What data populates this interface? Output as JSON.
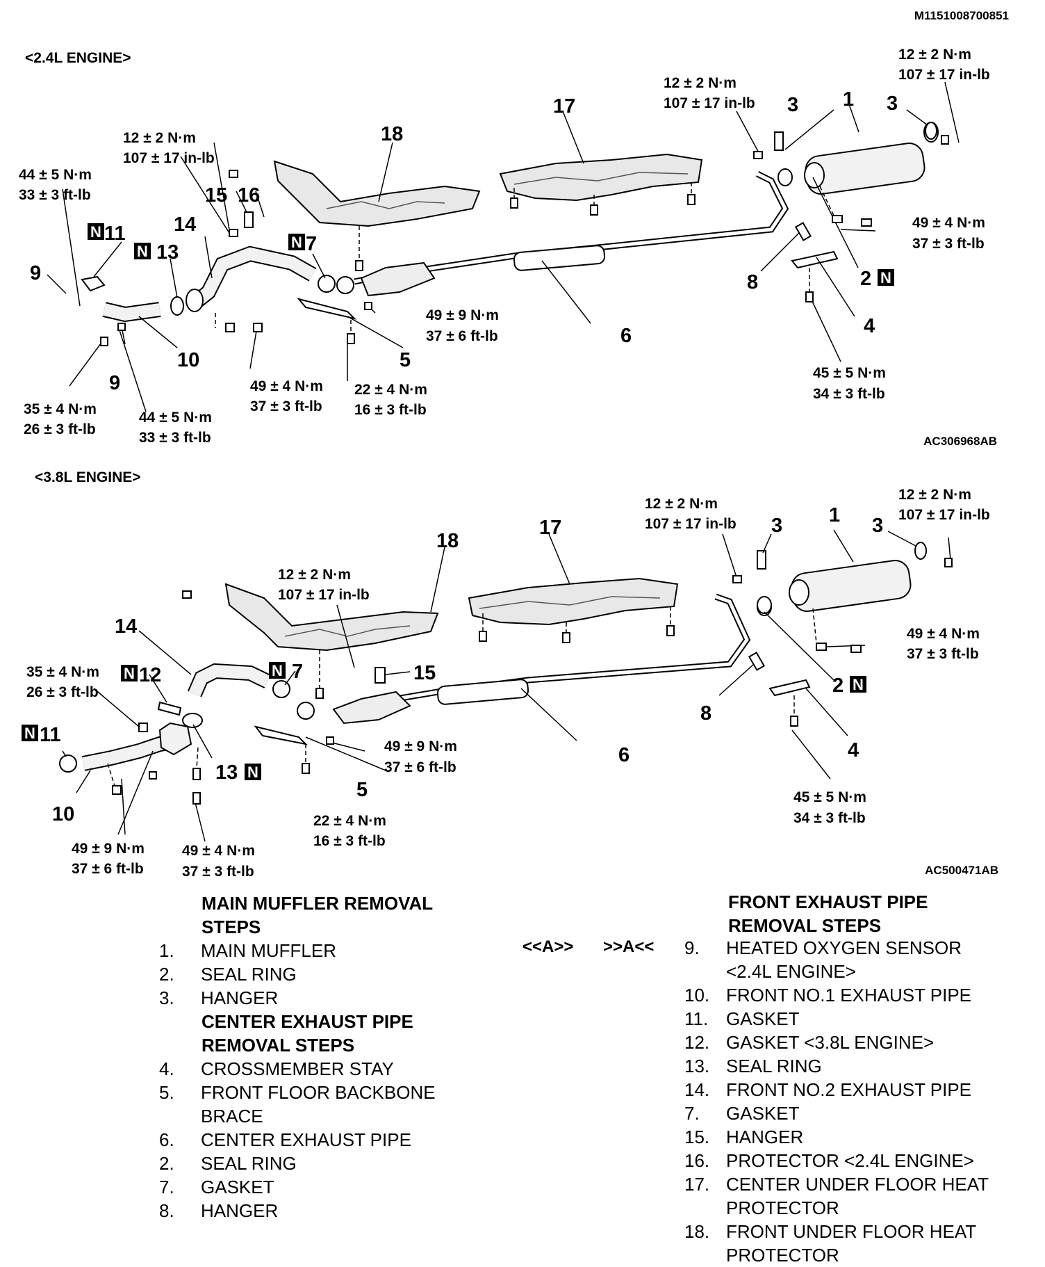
{
  "doc_code": "M1151008700851",
  "diagram_24": {
    "title": "<2.4L ENGINE>",
    "figure_code": "AC306968AB",
    "part_numbers": [
      "1",
      "2",
      "3",
      "3",
      "4",
      "5",
      "6",
      "7",
      "8",
      "9",
      "9",
      "10",
      "11",
      "13",
      "14",
      "15",
      "16",
      "17",
      "18"
    ],
    "torques": {
      "muffler_bolt": [
        "12 ± 2 N·m",
        "107 ± 17 in-lb"
      ],
      "muffler_bolt_left": [
        "12 ± 2 N·m",
        "107 ± 17 in-lb"
      ],
      "hanger_bolt_front": [
        "12 ± 2 N·m",
        "107 ± 17 in-lb"
      ],
      "sensor_top": [
        "44 ± 5 N·m",
        "33 ± 3 ft-lb"
      ],
      "sensor_bottom": [
        "44 ± 5 N·m",
        "33 ± 3 ft-lb"
      ],
      "manifold_nut": [
        "35 ± 4 N·m",
        "26 ± 3 ft-lb"
      ],
      "flange_front": [
        "49 ± 4 N·m",
        "37 ± 3 ft-lb"
      ],
      "brace_bolt": [
        "22 ± 4 N·m",
        "16 ± 3 ft-lb"
      ],
      "center_flange": [
        "49 ± 9 N·m",
        "37 ± 6 ft-lb"
      ],
      "rear_flange": [
        "49 ± 4 N·m",
        "37 ± 3 ft-lb"
      ],
      "stay_bolt": [
        "45 ± 5 N·m",
        "34 ± 3 ft-lb"
      ]
    }
  },
  "diagram_38": {
    "title": "<3.8L ENGINE>",
    "figure_code": "AC500471AB",
    "part_numbers": [
      "1",
      "2",
      "3",
      "3",
      "4",
      "5",
      "6",
      "7",
      "8",
      "10",
      "11",
      "12",
      "13",
      "14",
      "15",
      "17",
      "18"
    ],
    "torques": {
      "muffler_bolt": [
        "12 ± 2 N·m",
        "107 ± 17 in-lb"
      ],
      "muffler_bolt_left": [
        "12 ± 2 N·m",
        "107 ± 17 in-lb"
      ],
      "hanger_bolt_front": [
        "12 ± 2 N·m",
        "107 ± 17 in-lb"
      ],
      "manifold_nut": [
        "35 ± 4 N·m",
        "26 ± 3 ft-lb"
      ],
      "front_flange_a": [
        "49 ± 9 N·m",
        "37 ± 6 ft-lb"
      ],
      "front_flange_b": [
        "49 ± 4 N·m",
        "37 ± 3 ft-lb"
      ],
      "brace_bolt": [
        "22 ± 4 N·m",
        "16 ± 3 ft-lb"
      ],
      "center_flange": [
        "49 ± 9 N·m",
        "37 ± 6 ft-lb"
      ],
      "rear_flange": [
        "49 ± 4 N·m",
        "37 ± 3 ft-lb"
      ],
      "stay_bolt": [
        "45 ± 5 N·m",
        "34 ± 3 ft-lb"
      ]
    }
  },
  "new_part_marker": "N",
  "steps": {
    "main_muffler": {
      "heading": "MAIN MUFFLER REMOVAL STEPS",
      "items": [
        {
          "n": "1.",
          "t": "MAIN MUFFLER"
        },
        {
          "n": "2.",
          "t": "SEAL RING"
        },
        {
          "n": "3.",
          "t": "HANGER"
        }
      ]
    },
    "center_pipe": {
      "heading": "CENTER EXHAUST PIPE REMOVAL STEPS",
      "items": [
        {
          "n": "4.",
          "t": "CROSSMEMBER STAY"
        },
        {
          "n": "5.",
          "t": "FRONT FLOOR BACKBONE BRACE"
        },
        {
          "n": "6.",
          "t": "CENTER EXHAUST PIPE"
        },
        {
          "n": "2.",
          "t": "SEAL RING"
        },
        {
          "n": "7.",
          "t": "GASKET"
        },
        {
          "n": "8.",
          "t": "HANGER"
        }
      ]
    },
    "front_pipe": {
      "heading": "FRONT EXHAUST PIPE REMOVAL STEPS",
      "markers": [
        "<<A>>",
        ">>A<<"
      ],
      "items": [
        {
          "n": "9.",
          "t": "HEATED OXYGEN SENSOR <2.4L ENGINE>"
        },
        {
          "n": "10.",
          "t": "FRONT NO.1 EXHAUST PIPE"
        },
        {
          "n": "11.",
          "t": "GASKET"
        },
        {
          "n": "12.",
          "t": "GASKET <3.8L ENGINE>"
        },
        {
          "n": "13.",
          "t": "SEAL RING"
        },
        {
          "n": "14.",
          "t": "FRONT NO.2 EXHAUST PIPE"
        },
        {
          "n": "7.",
          "t": "GASKET"
        },
        {
          "n": "15.",
          "t": "HANGER"
        },
        {
          "n": "16.",
          "t": "PROTECTOR <2.4L ENGINE>"
        },
        {
          "n": "17.",
          "t": "CENTER UNDER FLOOR HEAT PROTECTOR"
        },
        {
          "n": "18.",
          "t": "FRONT UNDER FLOOR HEAT PROTECTOR"
        }
      ]
    }
  }
}
